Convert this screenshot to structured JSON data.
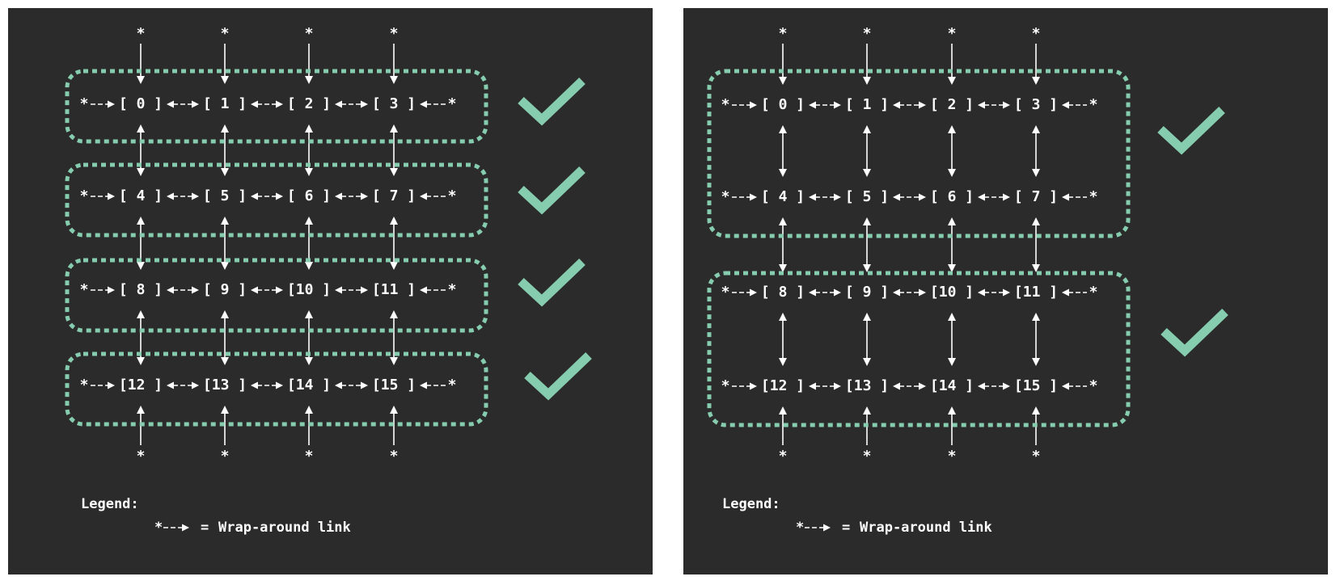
{
  "colors": {
    "background": "#2b2b2b",
    "text": "#ffffff",
    "accent": "#86cdb0"
  },
  "wrap_symbol": "*",
  "nodes": [
    "0",
    "1",
    "2",
    "3",
    "4",
    "5",
    "6",
    "7",
    "8",
    "9",
    "10",
    "11",
    "12",
    "13",
    "14",
    "15"
  ],
  "node_labels": [
    "[ 0 ]",
    "[ 1 ]",
    "[ 2 ]",
    "[ 3 ]",
    "[ 4 ]",
    "[ 5 ]",
    "[ 6 ]",
    "[ 7 ]",
    "[ 8 ]",
    "[ 9 ]",
    "[10 ]",
    "[11 ]",
    "[12 ]",
    "[13 ]",
    "[14 ]",
    "[15 ]"
  ],
  "panels": [
    {
      "id": "left",
      "groups": [
        [
          0,
          1,
          2,
          3
        ],
        [
          4,
          5,
          6,
          7
        ],
        [
          8,
          9,
          10,
          11
        ],
        [
          12,
          13,
          14,
          15
        ]
      ],
      "check_marks": 4
    },
    {
      "id": "right",
      "groups": [
        [
          0,
          1,
          2,
          3,
          4,
          5,
          6,
          7
        ],
        [
          8,
          9,
          10,
          11,
          12,
          13,
          14,
          15
        ]
      ],
      "check_marks": 2
    }
  ],
  "legend": {
    "title": "Legend:",
    "symbol": "*-->",
    "equals": "=",
    "text": "Wrap-around link"
  },
  "icons": [
    "check-icon"
  ]
}
